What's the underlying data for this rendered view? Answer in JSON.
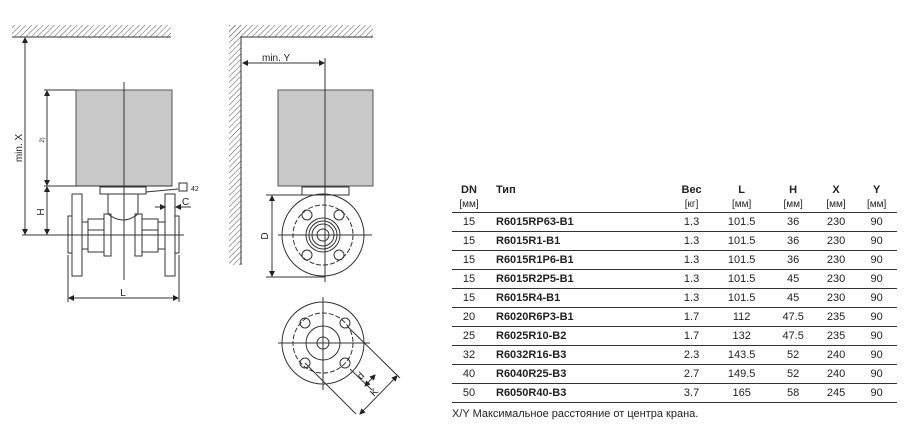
{
  "drawing": {
    "min_x": "min. X",
    "min_y": "min. Y",
    "h": "H",
    "l": "L",
    "c": "C",
    "d_outer": "D",
    "d_hole": "d",
    "k": "K",
    "footnote": "2)",
    "square": "42"
  },
  "table": {
    "headers": [
      {
        "name": "DN",
        "unit": "[мм]"
      },
      {
        "name": "Тип",
        "unit": ""
      },
      {
        "name": "Вес",
        "unit": "[кг]"
      },
      {
        "name": "L",
        "unit": "[мм]"
      },
      {
        "name": "H",
        "unit": "[мм]"
      },
      {
        "name": "X",
        "unit": "[мм]"
      },
      {
        "name": "Y",
        "unit": "[мм]"
      }
    ],
    "rows": [
      [
        "15",
        "R6015RP63-B1",
        "1.3",
        "101.5",
        "36",
        "230",
        "90"
      ],
      [
        "15",
        "R6015R1-B1",
        "1.3",
        "101.5",
        "36",
        "230",
        "90"
      ],
      [
        "15",
        "R6015R1P6-B1",
        "1.3",
        "101.5",
        "36",
        "230",
        "90"
      ],
      [
        "15",
        "R6015R2P5-B1",
        "1.3",
        "101.5",
        "45",
        "230",
        "90"
      ],
      [
        "15",
        "R6015R4-B1",
        "1.3",
        "101.5",
        "45",
        "230",
        "90"
      ],
      [
        "20",
        "R6020R6P3-B1",
        "1.7",
        "112",
        "47.5",
        "235",
        "90"
      ],
      [
        "25",
        "R6025R10-B2",
        "1.7",
        "132",
        "47.5",
        "235",
        "90"
      ],
      [
        "32",
        "R6032R16-B3",
        "2.3",
        "143.5",
        "52",
        "240",
        "90"
      ],
      [
        "40",
        "R6040R25-B3",
        "2.7",
        "149.5",
        "52",
        "240",
        "90"
      ],
      [
        "50",
        "R6050R40-B3",
        "3.7",
        "165",
        "58",
        "245",
        "90"
      ]
    ]
  },
  "note": "X/Y Максимальное расстояние от центра крана.",
  "colors": {
    "actuator": "#c8c8c8",
    "line": "#333333"
  }
}
